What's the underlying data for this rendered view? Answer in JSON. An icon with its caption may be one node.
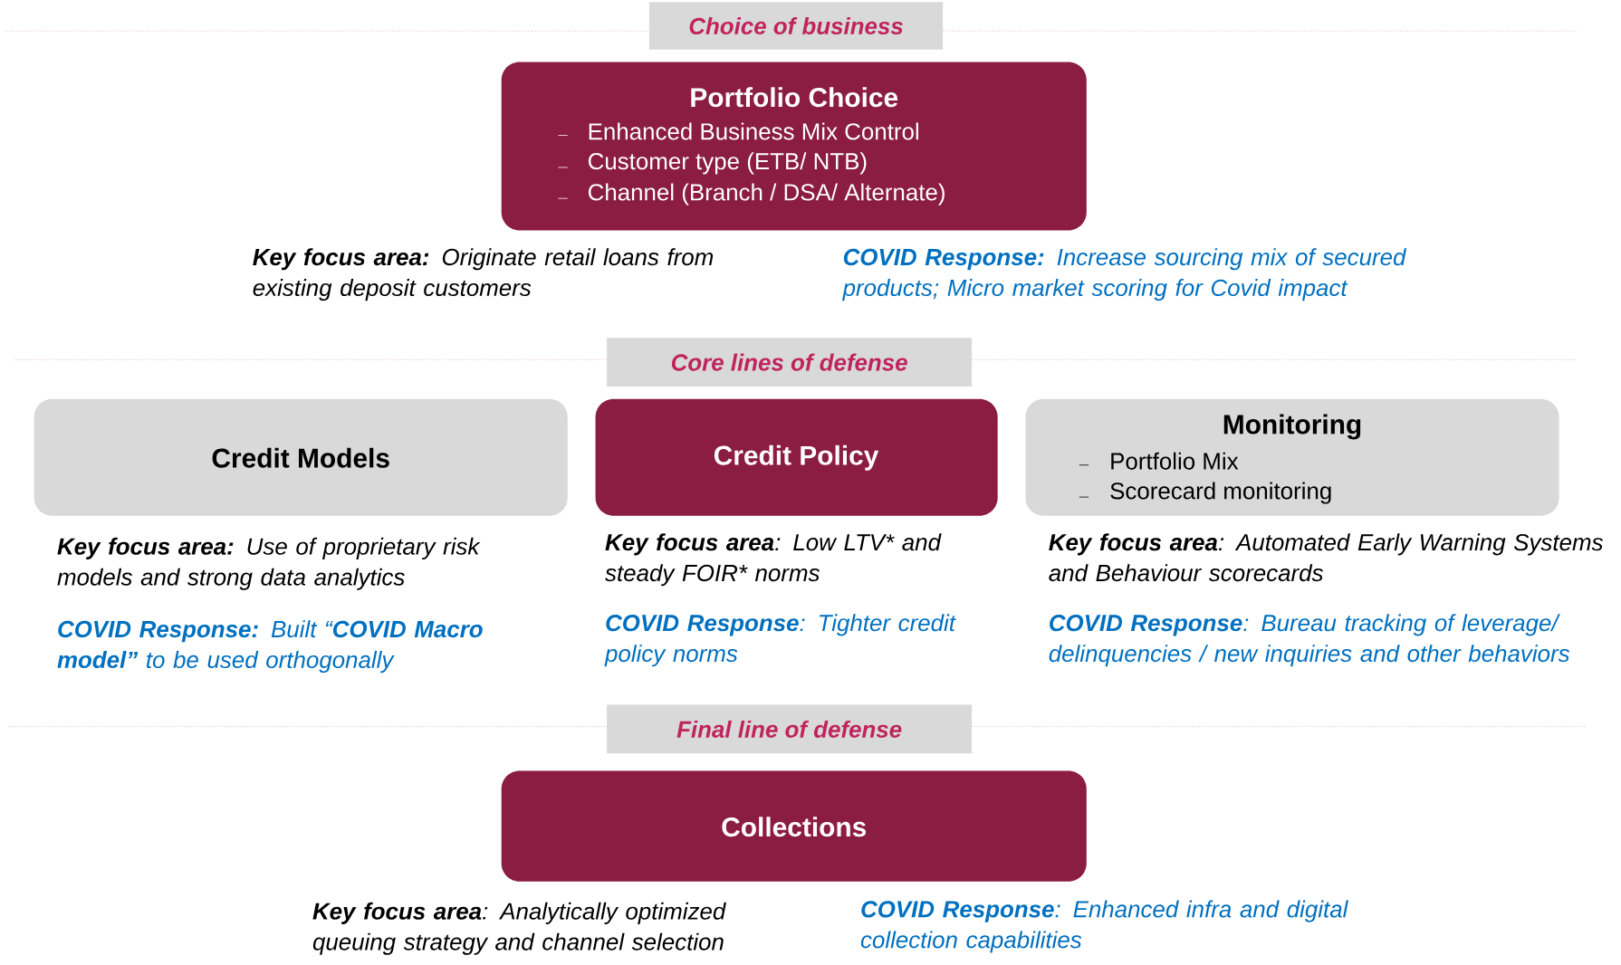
{
  "diagram": {
    "nodes": [
      {
        "text": [
          "Choice of business"
        ]
      },
      {
        "text": [
          "Portfolio Choice",
          "Enhanced Business Mix Control",
          "Customer type (ETB/ NTB)",
          "Channel (Branch / DSA/ Alternate)"
        ],
        "beside": [
          "**Key focus area:** Originate retail loans from existing deposit customers",
          "**COVID Response:** Increase sourcing mix of secured products; Micro market scoring for Covid impact"
        ]
      },
      {
        "text": [
          "Core lines of defense"
        ]
      },
      {
        "text": [
          "Credit Models"
        ],
        "beside": [
          "**Key focus area:** Use of proprietary risk models and strong data analytics",
          "**COVID Response:** Built “**COVID Macro model”** to be used orthogonally"
        ]
      },
      {
        "text": [
          "Credit Policy"
        ],
        "beside": [
          "**Key focus area**: Low LTV* and steady FOIR* norms",
          "**COVID Response**: Tighter credit policy norms"
        ]
      },
      {
        "text": [
          "Monitoring",
          "Portfolio Mix",
          "Scorecard monitoring"
        ],
        "beside": [
          "**Key focus area**: Automated Early Warning Systems and Behaviour scorecards",
          "**COVID Response**: Bureau tracking of leverage/ delinquencies / new inquiries and other behaviors"
        ]
      },
      {
        "text": [
          "Final line of defense"
        ]
      },
      {
        "text": [
          "Collections"
        ],
        "beside": [
          "**Key focus area**: Analytically optimized queuing strategy and channel selection",
          "**COVID Response**: Enhanced infra and digital collection capabilities"
        ]
      }
    ],
    "edges": []
  }
}
